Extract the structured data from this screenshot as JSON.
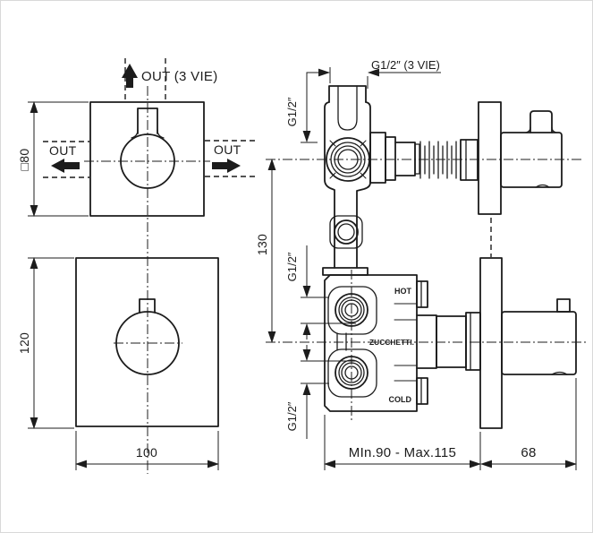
{
  "drawing": {
    "front_view_diverter": {
      "outlet_top_label": "OUT (3 VIE)",
      "outlet_left_label": "OUT",
      "outlet_right_label": "OUT",
      "plate_size_label": "□80"
    },
    "front_view_mixer": {
      "height_label": "120",
      "width_label": "100"
    },
    "side_view": {
      "top_port_label": "G1/2″ (3 VIE)",
      "side_outlet_label": "G1/2″",
      "port_spacing_label": "130",
      "hot_port_label": "G1/2″",
      "cold_port_label": "G1/2″",
      "hot_marking": "HOT",
      "cold_marking": "COLD",
      "brand_marking": "ZUCCHETTI.",
      "depth_range_label": "MIn.90 - Max.115",
      "handle_depth_label": "68"
    },
    "colors": {
      "line": "#1c1c1c",
      "background": "#ffffff"
    }
  }
}
